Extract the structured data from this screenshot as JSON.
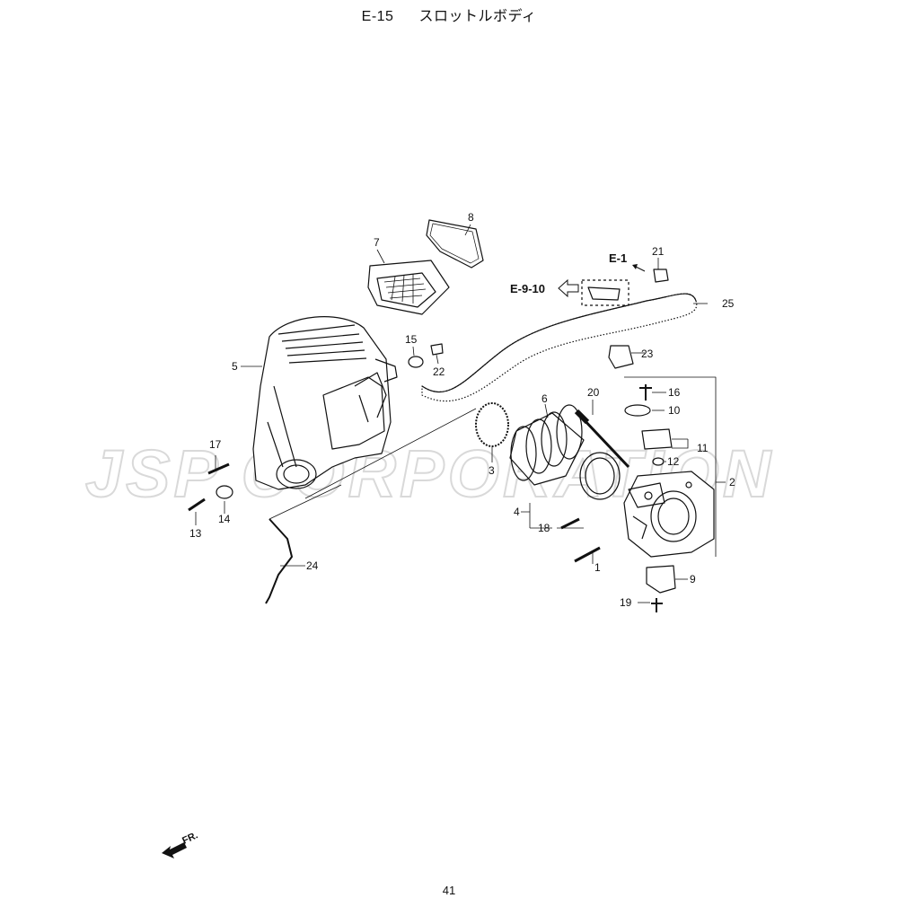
{
  "header": {
    "code": "E-15",
    "title": "スロットルボディ"
  },
  "page_number": "41",
  "watermark": "JSP CORPORATION",
  "direction_marker": "FR.",
  "references": {
    "e1": "E-1",
    "e9_10": "E-9-10"
  },
  "callouts": [
    "1",
    "2",
    "3",
    "4",
    "5",
    "6",
    "7",
    "8",
    "9",
    "10",
    "11",
    "12",
    "13",
    "14",
    "15",
    "16",
    "17",
    "18",
    "19",
    "20",
    "21",
    "22",
    "23",
    "24",
    "25"
  ],
  "colors": {
    "line": "#111111",
    "watermark": "#d9d9d9",
    "background": "#ffffff"
  }
}
